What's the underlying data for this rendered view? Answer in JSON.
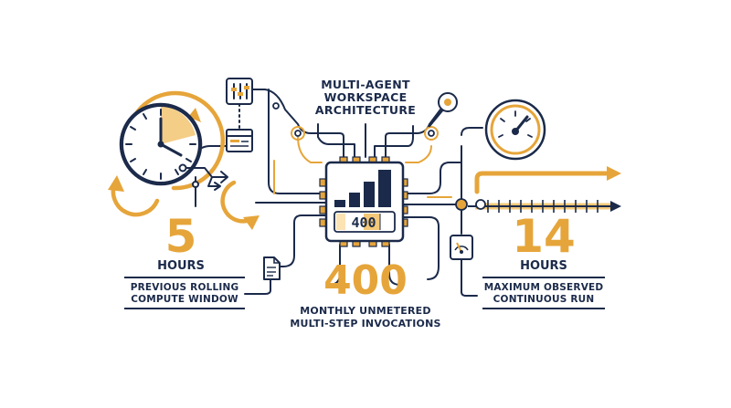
{
  "title_lines": [
    "MULTI-AGENT",
    "WORKSPACE",
    "ARCHITECTURE"
  ],
  "chip_readout": "400",
  "stats": {
    "left": {
      "value": "5",
      "unit": "HOURS",
      "caption_lines": [
        "PREVIOUS ROLLING",
        "COMPUTE WINDOW"
      ]
    },
    "center": {
      "value": "400",
      "caption_lines": [
        "MONTHLY UNMETERED",
        "MULTI-STEP INVOCATIONS"
      ]
    },
    "right": {
      "value": "14",
      "unit": "HOURS",
      "caption_lines": [
        "MAXIMUM OBSERVED",
        "CONTINUOUS RUN"
      ]
    }
  },
  "colors": {
    "navy": "#1b2a4a",
    "gold": "#e6a53a",
    "gold_light": "#f3c879",
    "gold_fill": "#fbe3b4"
  },
  "icons": [
    "clock-icon",
    "refresh-arrows-icon",
    "sliders-icon",
    "browser-window-icon",
    "chip-icon",
    "bar-chart-icon",
    "gauge-icon",
    "timeline-arrow-icon",
    "document-icon",
    "meter-icon"
  ]
}
